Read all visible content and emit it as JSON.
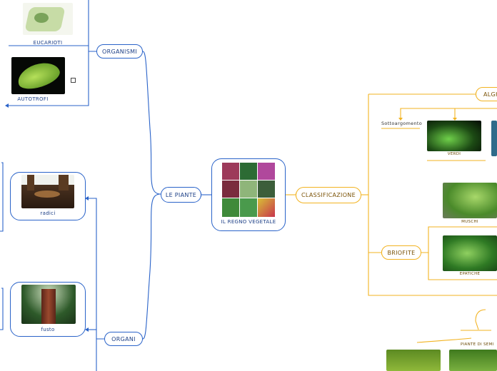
{
  "center": {
    "label": "il regno vegetale",
    "tiles": [
      "#9d3a5a",
      "#2c6b34",
      "#b0489c",
      "#7a2c3e",
      "#8fb57a",
      "#c9b0c2",
      "#3f8a3a",
      "#4a9a4c",
      "#d8c036"
    ]
  },
  "branches": {
    "le_piante": "le piante",
    "classificazione": "classificazione",
    "organismi": "organismi",
    "organi": "organi",
    "alghe": "Alghe",
    "briofite": "briofite",
    "piante_semi": "piante di semi"
  },
  "leaves": {
    "eucarioti": "eucarioti",
    "autotrofi": "autotrofi",
    "radici": "radici",
    "fusto": "fusto",
    "sottoargomento": "Sottoargomento",
    "verdi": "verdi",
    "muschi": "muschi",
    "epatiche": "epatiche"
  },
  "colors": {
    "blue": "#2a63c9",
    "orange": "#f2b321"
  },
  "icons": [
    "external-link-icon"
  ]
}
